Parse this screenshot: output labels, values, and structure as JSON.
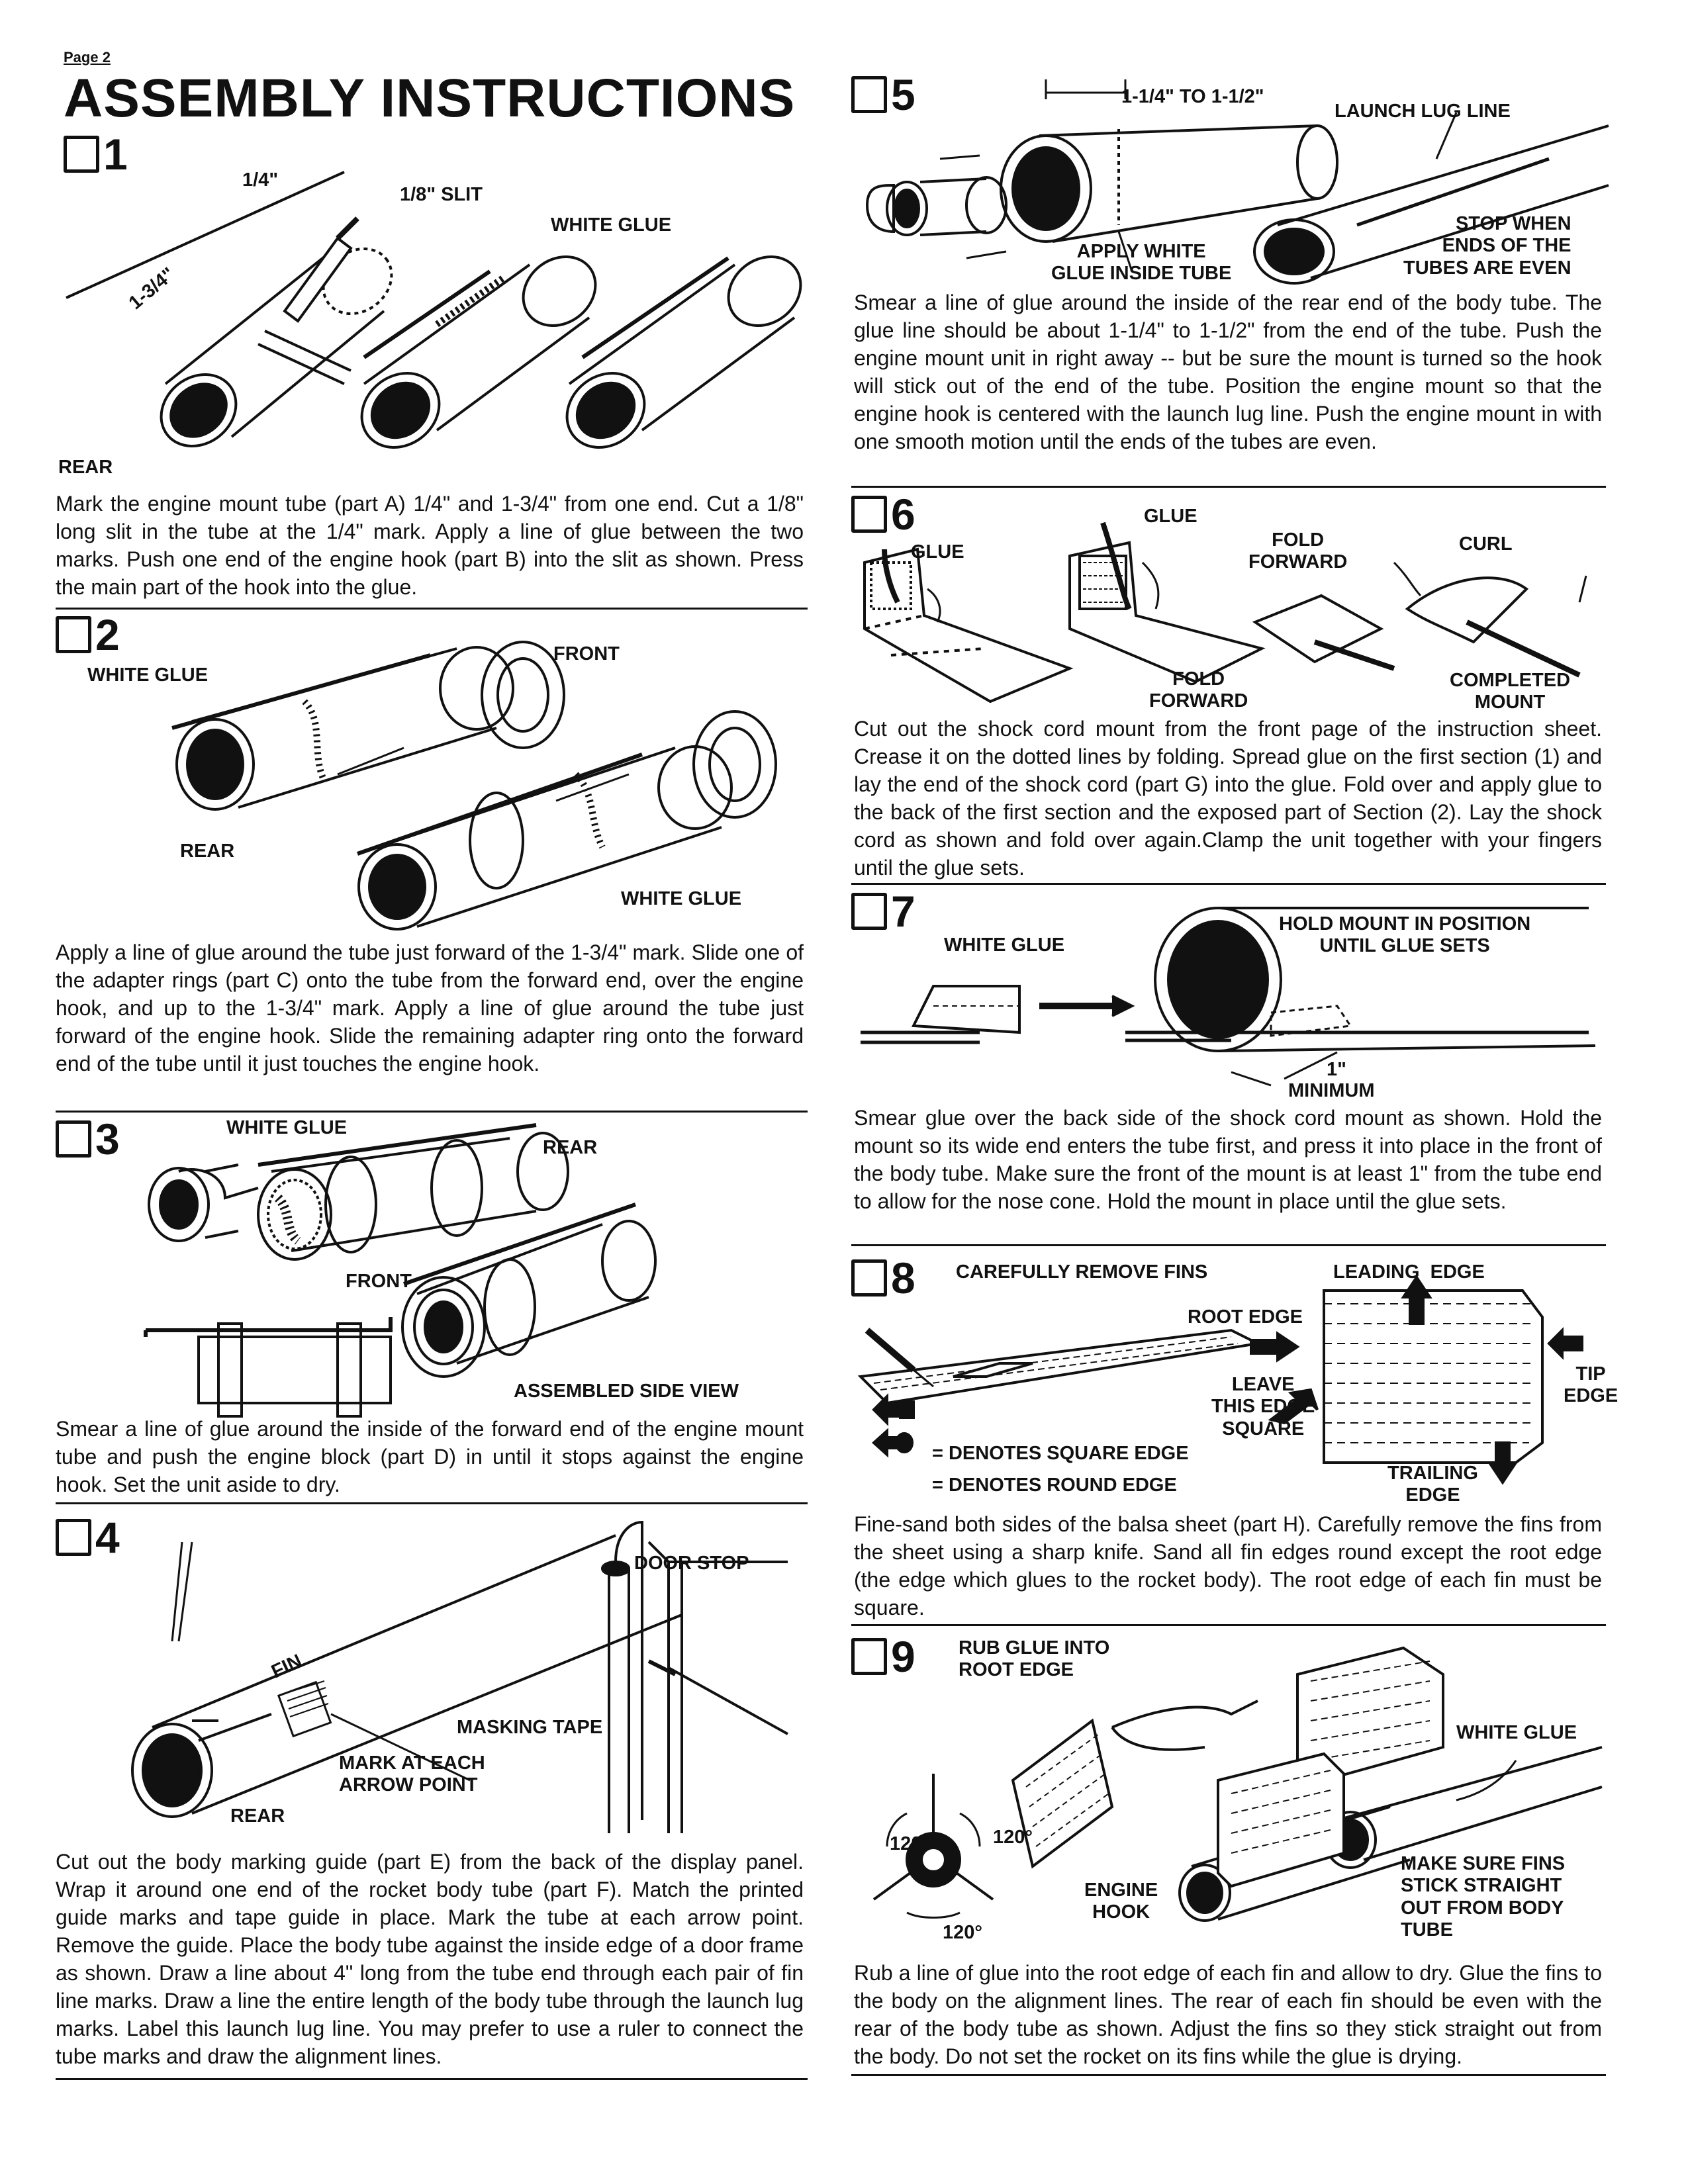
{
  "page_label": "Page 2",
  "title": "ASSEMBLY INSTRUCTIONS",
  "steps": [
    {
      "number": "1",
      "labels": {
        "quarter": "1/4\"",
        "slit": "1/8\" SLIT",
        "glue": "WHITE GLUE",
        "dim": "1-3/4\"",
        "rear": "REAR"
      },
      "text": "Mark the engine mount tube (part A) 1/4\" and 1-3/4\" from one end. Cut a 1/8\" long slit in the tube at the 1/4\" mark. Apply a line of glue between the two marks. Push one end of the engine hook (part B) into the slit as shown. Press the main part of the hook into the glue."
    },
    {
      "number": "2",
      "labels": {
        "glue1": "WHITE GLUE",
        "front": "FRONT",
        "rear": "REAR",
        "glue2": "WHITE GLUE"
      },
      "text": "Apply a line of glue around the tube just forward of the 1-3/4\" mark. Slide one of the adapter rings (part C) onto the tube from the forward end, over the engine hook, and up to the 1-3/4\" mark. Apply a line of glue around the tube just forward of the engine hook. Slide the remaining adapter ring onto the forward end of the tube until it just touches the engine hook."
    },
    {
      "number": "3",
      "labels": {
        "glue": "WHITE GLUE",
        "rear": "REAR",
        "front": "FRONT",
        "side": "ASSEMBLED SIDE VIEW"
      },
      "text": "Smear a line of glue around the inside of the forward end of the engine mount tube and push the engine block (part D) in until it stops against the engine hook. Set the unit aside to dry."
    },
    {
      "number": "4",
      "labels": {
        "door": "DOOR STOP",
        "fin": "FIN",
        "tape": "MASKING TAPE",
        "mark": "MARK AT EACH\nARROW POINT",
        "rear": "REAR"
      },
      "text": "Cut out the body marking guide (part E) from the back of the display panel. Wrap it around one end of the rocket body tube (part F). Match the printed guide marks and tape guide in place. Mark the tube at each arrow point. Remove the guide. Place the body tube against the inside edge of a door frame as shown. Draw a line about 4\" long from the tube end through each pair of fin line marks. Draw a line the entire length of the body tube through the launch lug marks. Label this launch lug line. You may prefer to use a ruler to connect the tube marks and draw the alignment lines."
    },
    {
      "number": "5",
      "labels": {
        "dim": "1-1/4\" TO 1-1/2\"",
        "lug": "LAUNCH LUG LINE",
        "apply": "APPLY WHITE\nGLUE INSIDE TUBE",
        "stop": "STOP WHEN\nENDS OF THE\nTUBES ARE EVEN"
      },
      "text": "Smear a line of glue around the inside of the rear end of the body tube. The glue line should be about 1-1/4\" to 1-1/2\" from the end of the tube. Push the engine mount unit in right away -- but be sure the mount is turned so the hook will stick out of the end of the tube. Position the engine mount so that the engine hook is centered with the launch lug line. Push the engine mount in with one smooth motion until the ends of the tubes are even."
    },
    {
      "number": "6",
      "labels": {
        "glue1": "GLUE",
        "glue2": "GLUE",
        "fold1": "FOLD\nFORWARD",
        "curl": "CURL",
        "fold2": "FOLD\nFORWARD",
        "completed": "COMPLETED\nMOUNT"
      },
      "text": "Cut out the shock cord mount from the front page of the instruction sheet. Crease it on the dotted lines by folding. Spread glue on the first section (1) and lay the end of the shock cord (part G) into the glue. Fold over and apply glue to the back of the first section and the exposed part of Section (2). Lay the shock cord as shown and fold over again.Clamp the unit together with your fingers until the glue sets."
    },
    {
      "number": "7",
      "labels": {
        "glue": "WHITE GLUE",
        "hold": "HOLD MOUNT IN POSITION\nUNTIL GLUE SETS",
        "one": "1\"",
        "min": "MINIMUM"
      },
      "text": "Smear glue over the back side of the shock cord mount as shown. Hold the mount so its wide end enters the tube first, and press it into place in the front of the body tube. Make sure the front of the mount is at least 1\" from the tube end to allow for the nose cone. Hold the mount in place until the glue sets."
    },
    {
      "number": "8",
      "labels": {
        "remove": "CAREFULLY REMOVE FINS",
        "leading": "LEADING  EDGE",
        "root": "ROOT EDGE",
        "tip": "TIP\nEDGE",
        "leave": "LEAVE\nTHIS EDGE\nSQUARE",
        "trailing": "TRAILING\nEDGE",
        "square": "= DENOTES SQUARE EDGE",
        "round": "= DENOTES ROUND EDGE"
      },
      "text": "Fine-sand both sides of the balsa sheet (part H). Carefully remove the fins from the sheet using a sharp knife. Sand all fin edges round except the root edge (the edge which glues to the rocket body). The root edge of each fin must be square."
    },
    {
      "number": "9",
      "labels": {
        "rub": "RUB GLUE INTO\nROOT EDGE",
        "glue": "WHITE GLUE",
        "a1": "120°",
        "a2": "120°",
        "a3": "120°",
        "hook": "ENGINE\nHOOK",
        "sure": "MAKE SURE FINS\nSTICK STRAIGHT\nOUT FROM BODY\nTUBE"
      },
      "text": "Rub a line of glue into the root edge of each fin and allow to dry. Glue the fins to the body on the alignment lines. The rear of each fin should be even with the rear of the body tube as shown. Adjust the fins so they stick straight out from the body. Do not set the rocket on its fins while the glue is drying."
    }
  ]
}
